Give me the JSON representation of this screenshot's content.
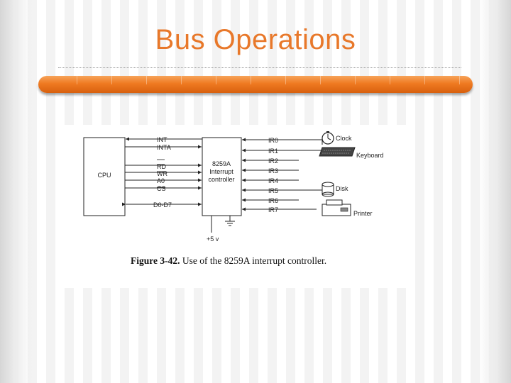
{
  "slide": {
    "title": "Bus Operations"
  },
  "diagram": {
    "cpu_label": "CPU",
    "controller_label": [
      "8259A",
      "Interrupt",
      "controller"
    ],
    "cpu_signals": [
      "INT",
      "INTA",
      "RD",
      "WR",
      "A0",
      "CS",
      "D0-D7"
    ],
    "irq_lines": [
      "IR0",
      "IR1",
      "IR2",
      "IR3",
      "IR4",
      "IR5",
      "IR6",
      "IR7"
    ],
    "power_label": "+5 v",
    "devices": [
      "Clock",
      "Keyboard",
      "Disk",
      "Printer"
    ]
  },
  "caption": {
    "label": "Figure 3-42.",
    "text": "Use of the 8259A interrupt controller."
  },
  "colors": {
    "title": "#e8782a",
    "bar": "#ef7a21"
  }
}
